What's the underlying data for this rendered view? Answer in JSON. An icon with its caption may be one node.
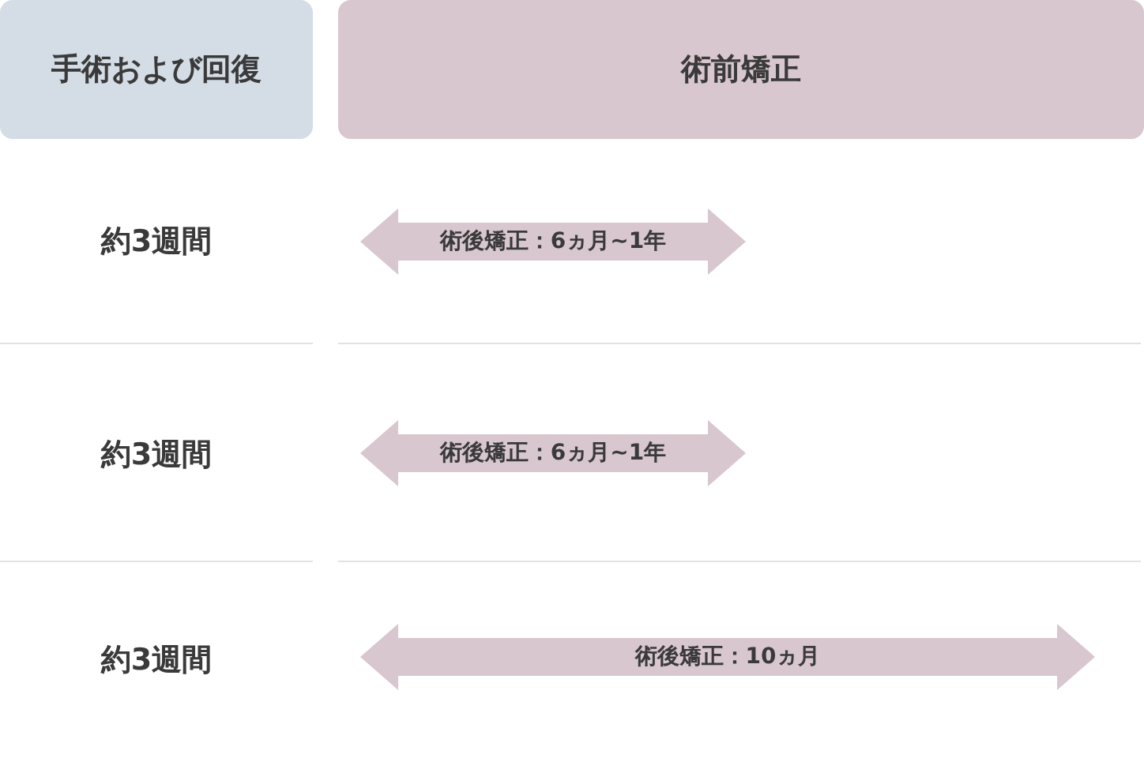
{
  "diagram": {
    "nodes": [
      {
        "text": [
          "手術および回復"
        ]
      },
      {
        "text": [
          "術前矯正"
        ]
      },
      {
        "text": [
          "約3週間"
        ]
      },
      {
        "text": [
          "術後矯正：6ヵ月~1年"
        ]
      },
      {
        "text": [
          "約3週間"
        ]
      },
      {
        "text": [
          "術後矯正：6ヵ月~1年"
        ]
      },
      {
        "text": [
          "約3週間"
        ]
      },
      {
        "text": [
          "術後矯正：10ヵ月"
        ]
      }
    ]
  }
}
